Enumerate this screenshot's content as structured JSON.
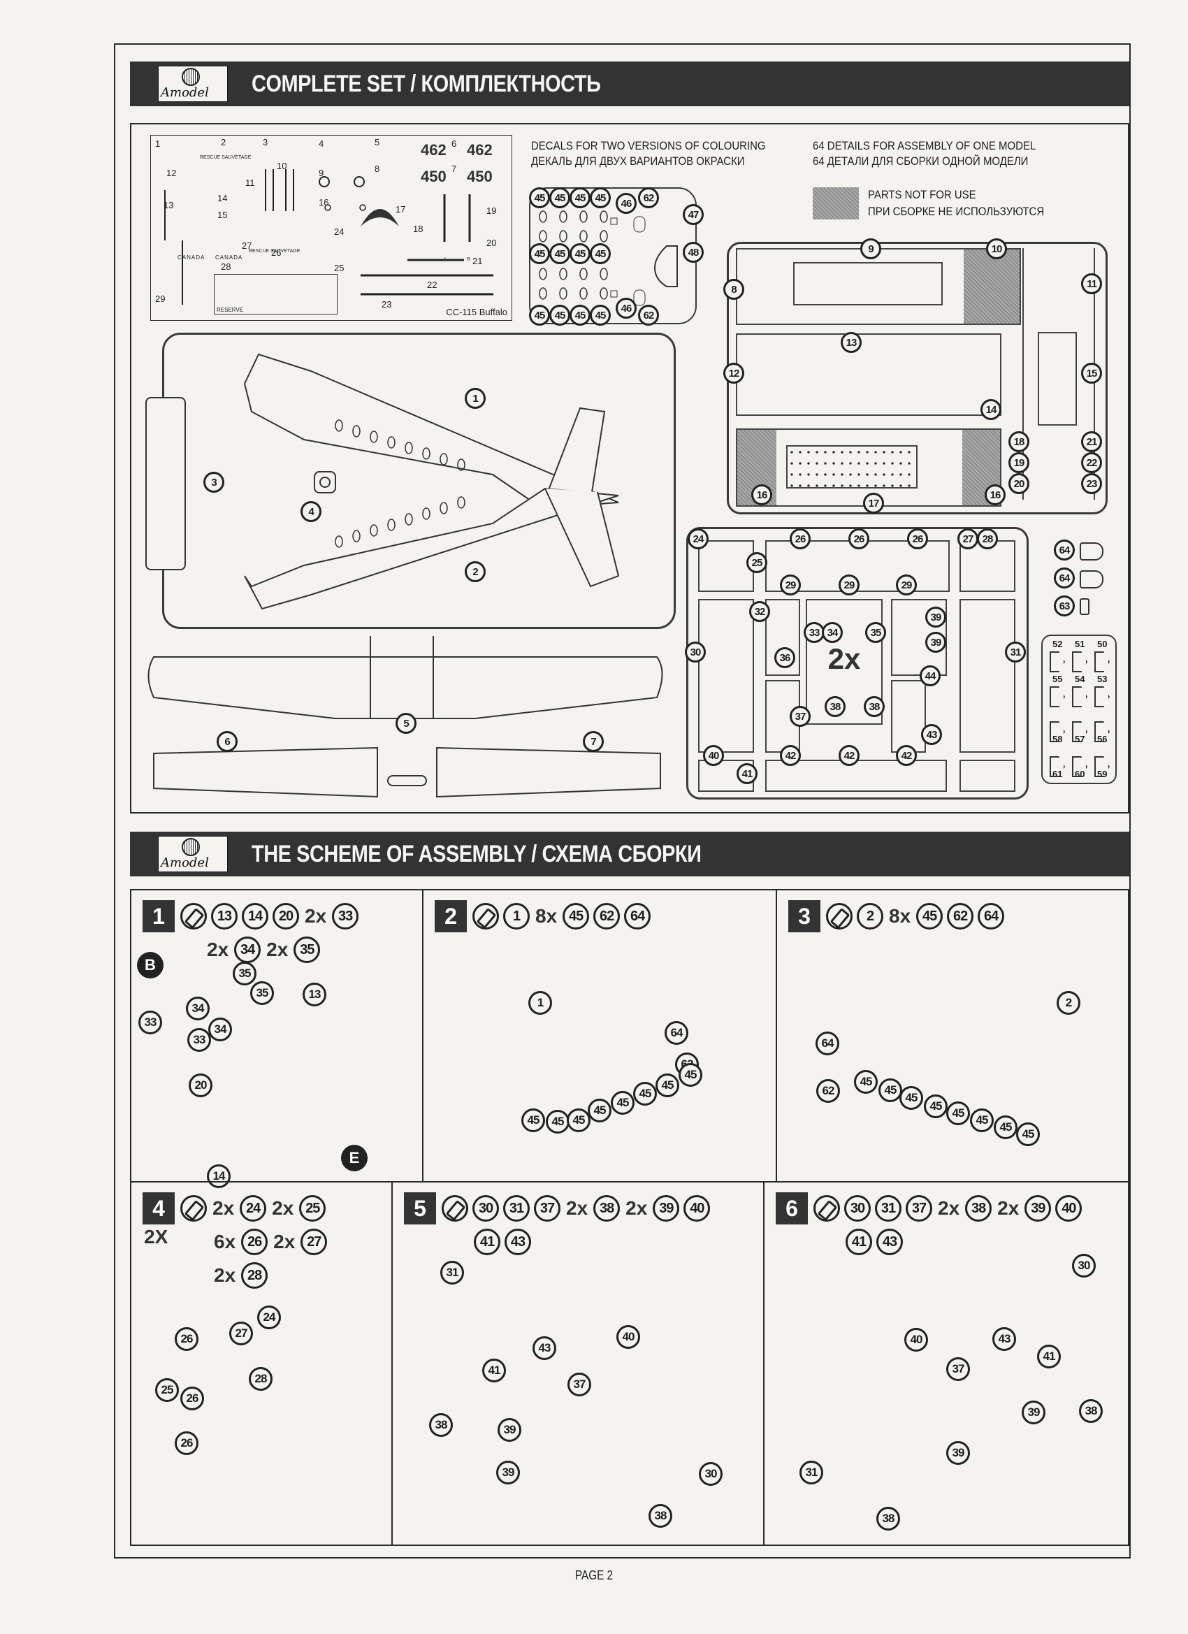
{
  "sections": {
    "complete_set": {
      "title": "COMPLETE SET / КОМПЛЕКТНОСТЬ",
      "logo": "Amodel"
    },
    "assembly": {
      "title": "THE SCHEME OF ASSEMBLY / СХЕМА СБОРКИ",
      "logo": "Amodel"
    }
  },
  "decal_sheet": {
    "numbers": [
      "1",
      "2",
      "3",
      "4",
      "5",
      "6",
      "7",
      "8",
      "9",
      "10",
      "11",
      "12",
      "13",
      "14",
      "15",
      "16",
      "17",
      "18",
      "19",
      "20",
      "21",
      "22",
      "23",
      "24",
      "25",
      "26",
      "27",
      "28",
      "29"
    ],
    "big_codes": [
      "462",
      "462",
      "450",
      "450"
    ],
    "texts": {
      "rescue": "RESCUE SAUVETAGE",
      "canada": "CANADA",
      "reserve": "RESERVE",
      "aircraft": "CC-115 Buffalo",
      "left": "L",
      "right": "R"
    }
  },
  "info": {
    "decals_en": "DECALS FOR TWO VERSIONS OF COLOURING",
    "decals_ru": "ДЕКАЛЬ ДЛЯ ДВУХ ВАРИАНТОВ ОКРАСКИ",
    "details_en": "64 DETAILS FOR ASSEMBLY OF ONE MODEL",
    "details_ru": "64 ДЕТАЛИ ДЛЯ СБОРКИ ОДНОЙ МОДЕЛИ",
    "not_for_use_en": "PARTS NOT FOR USE",
    "not_for_use_ru": "ПРИ СБОРКЕ НЕ ИСПОЛЬЗУЮТСЯ"
  },
  "clear_sprue": {
    "top_row": [
      "45",
      "45",
      "45",
      "45",
      "46",
      "62"
    ],
    "mid_row": [
      "45",
      "45",
      "45",
      "45"
    ],
    "bottom_row": [
      "45",
      "45",
      "45",
      "45",
      "46",
      "62"
    ],
    "side": [
      "47",
      "48"
    ]
  },
  "sprue_b": {
    "labels": [
      "8",
      "9",
      "10",
      "11",
      "12",
      "13",
      "14",
      "15",
      "16",
      "16",
      "17",
      "18",
      "19",
      "20",
      "21",
      "22",
      "23"
    ],
    "unused": [
      "10",
      "16"
    ]
  },
  "sprue_a": {
    "labels": [
      "1",
      "2",
      "3",
      "4",
      "5",
      "6",
      "7"
    ]
  },
  "sprue_c": {
    "labels": [
      "24",
      "25",
      "26",
      "26",
      "26",
      "27",
      "28",
      "29",
      "29",
      "29",
      "30",
      "31",
      "32",
      "33",
      "34",
      "35",
      "36",
      "37",
      "38",
      "38",
      "39",
      "39",
      "40",
      "41",
      "42",
      "42",
      "42",
      "43",
      "44"
    ],
    "multiplier": "2x"
  },
  "small_parts": [
    "64",
    "64",
    "63"
  ],
  "window_parts": {
    "rows": [
      [
        "52",
        "51",
        "50"
      ],
      [
        "55",
        "54",
        "53"
      ],
      [
        "58",
        "57",
        "56"
      ],
      [
        "61",
        "60",
        "59"
      ]
    ]
  },
  "steps": [
    {
      "num": "1",
      "rows": [
        [
          {
            "p": "13"
          },
          {
            "p": "14"
          },
          {
            "p": "20"
          },
          {
            "q": "2x",
            "p": "33"
          }
        ],
        [
          {
            "q": "2x",
            "p": "34"
          },
          {
            "q": "2x",
            "p": "35"
          }
        ]
      ],
      "labels": [
        "34",
        "34",
        "35",
        "35",
        "33",
        "33",
        "20",
        "13",
        "14"
      ],
      "paints": [
        "B",
        "E"
      ]
    },
    {
      "num": "2",
      "rows": [
        [
          {
            "p": "1"
          },
          {
            "q": "8x",
            "p": "45"
          },
          {
            "p": "62"
          },
          {
            "p": "64"
          }
        ]
      ],
      "labels": [
        "1",
        "64",
        "62",
        "45",
        "45",
        "45",
        "45",
        "45",
        "45",
        "45",
        "45"
      ]
    },
    {
      "num": "3",
      "rows": [
        [
          {
            "p": "2"
          },
          {
            "q": "8x",
            "p": "45"
          },
          {
            "p": "62"
          },
          {
            "p": "64"
          }
        ]
      ],
      "labels": [
        "2",
        "64",
        "62",
        "45",
        "45",
        "45",
        "45",
        "45",
        "45",
        "45",
        "45"
      ]
    },
    {
      "num": "4",
      "multiplier": "2X",
      "rows": [
        [
          {
            "q": "2x",
            "p": "24"
          },
          {
            "q": "2x",
            "p": "25"
          }
        ],
        [
          {
            "q": "6x",
            "p": "26"
          },
          {
            "q": "2x",
            "p": "27"
          }
        ],
        [
          {
            "q": "2x",
            "p": "28"
          }
        ]
      ],
      "labels": [
        "26",
        "26",
        "26",
        "25",
        "27",
        "24",
        "28"
      ]
    },
    {
      "num": "5",
      "rows": [
        [
          {
            "p": "30"
          },
          {
            "p": "31"
          },
          {
            "p": "37"
          },
          {
            "q": "2x",
            "p": "38"
          },
          {
            "q": "2x",
            "p": "39"
          },
          {
            "p": "40"
          }
        ],
        [
          {
            "p": "41"
          },
          {
            "p": "43"
          }
        ]
      ],
      "labels": [
        "31",
        "40",
        "43",
        "41",
        "37",
        "38",
        "39",
        "39",
        "30",
        "38"
      ]
    },
    {
      "num": "6",
      "rows": [
        [
          {
            "p": "30"
          },
          {
            "p": "31"
          },
          {
            "p": "37"
          },
          {
            "q": "2x",
            "p": "38"
          },
          {
            "q": "2x",
            "p": "39"
          },
          {
            "p": "40"
          }
        ],
        [
          {
            "p": "41"
          },
          {
            "p": "43"
          }
        ]
      ],
      "labels": [
        "30",
        "40",
        "43",
        "41",
        "37",
        "39",
        "38",
        "39",
        "31",
        "38"
      ]
    }
  ],
  "footer": {
    "page": "PAGE 2"
  }
}
